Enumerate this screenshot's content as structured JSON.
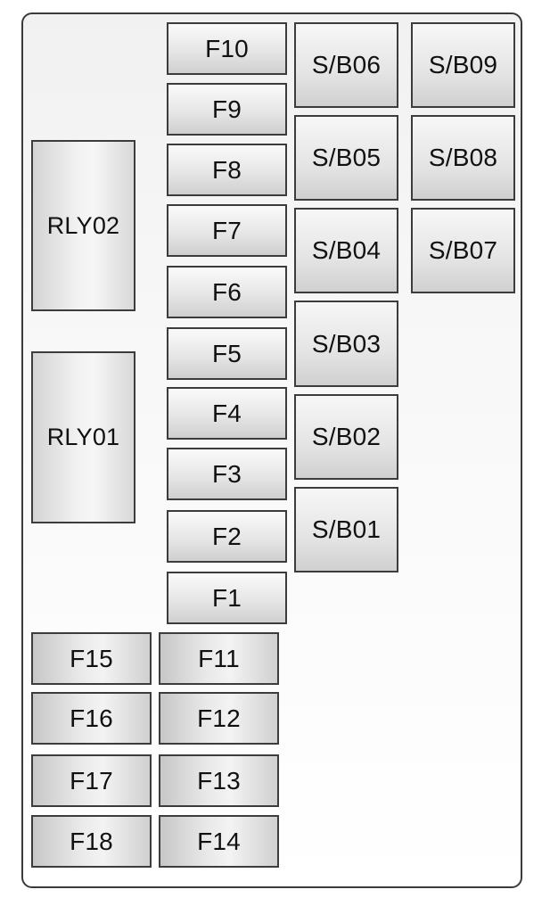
{
  "relays": {
    "rly02": "RLY02",
    "rly01": "RLY01"
  },
  "fuses_center": {
    "f10": "F10",
    "f9": "F9",
    "f8": "F8",
    "f7": "F7",
    "f6": "F6",
    "f5": "F5",
    "f4": "F4",
    "f3": "F3",
    "f2": "F2",
    "f1": "F1"
  },
  "fuses_bottom_left": {
    "f15": "F15",
    "f16": "F16",
    "f17": "F17",
    "f18": "F18"
  },
  "fuses_bottom_right": {
    "f11": "F11",
    "f12": "F12",
    "f13": "F13",
    "f14": "F14"
  },
  "sb_col1": {
    "sb06": "S/B06",
    "sb05": "S/B05",
    "sb04": "S/B04",
    "sb03": "S/B03",
    "sb02": "S/B02",
    "sb01": "S/B01"
  },
  "sb_col2": {
    "sb09": "S/B09",
    "sb08": "S/B08",
    "sb07": "S/B07"
  },
  "colors": {
    "outline": "#3c3c3c",
    "fill_light": "#f2f2f2",
    "fill_dark": "#cfcfcf",
    "text": "#111111"
  }
}
